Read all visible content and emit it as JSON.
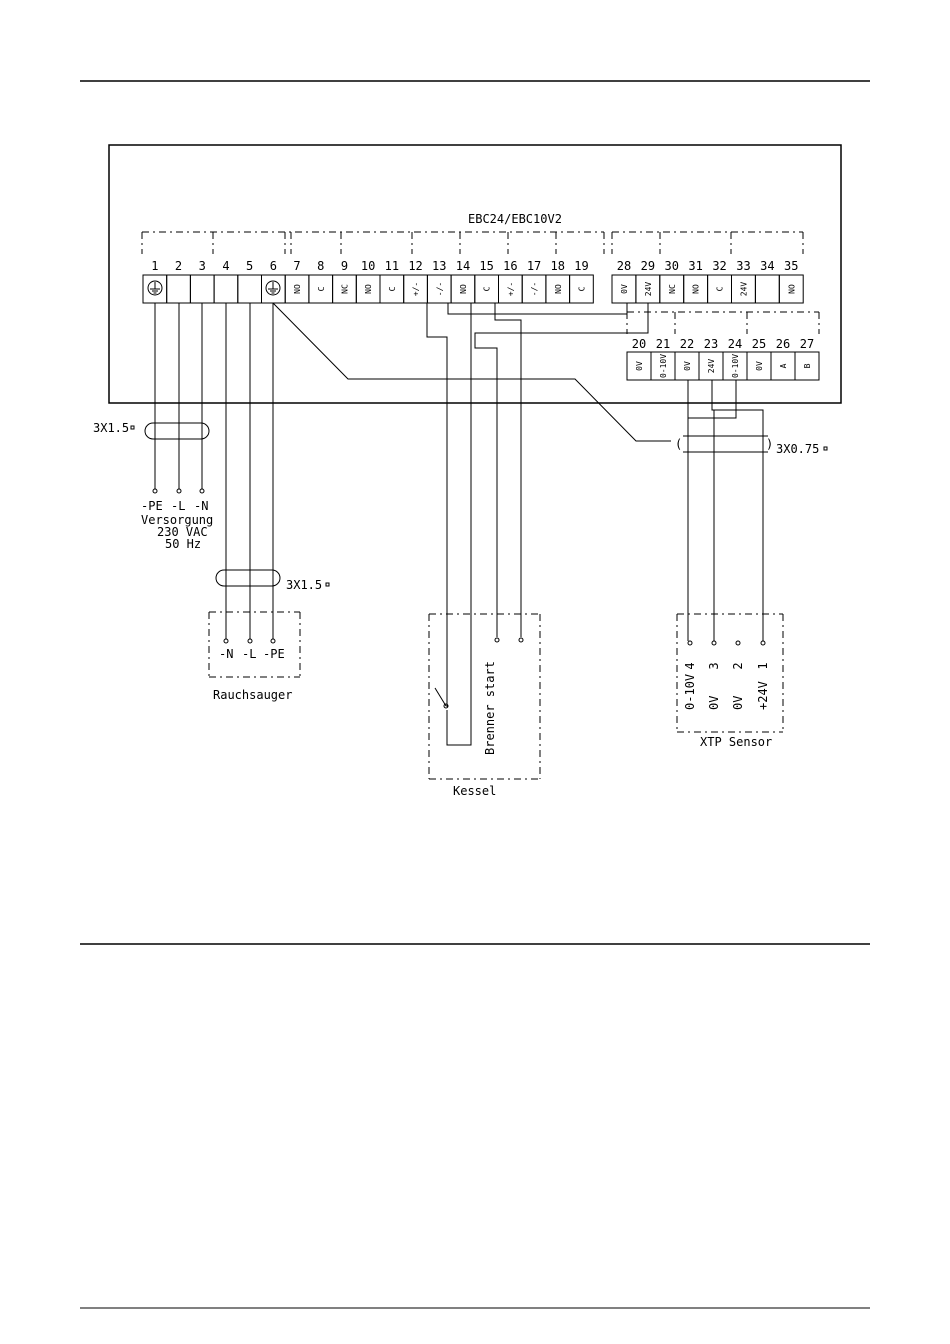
{
  "controller": {
    "title": "EBC24/EBC10V2",
    "terminals_main": [
      "1",
      "2",
      "3",
      "4",
      "5",
      "6",
      "7",
      "8",
      "9",
      "10",
      "11",
      "12",
      "13",
      "14",
      "15",
      "16",
      "17",
      "18",
      "19"
    ],
    "contacts_main": [
      "",
      "",
      "",
      "",
      "",
      "",
      "NO",
      "C",
      "NC",
      "NO",
      "C",
      "+/-",
      "-/-",
      "NO",
      "C",
      "+/-",
      "-/-",
      "NO",
      "C"
    ],
    "terminals_right": [
      "28",
      "29",
      "30",
      "31",
      "32",
      "33",
      "34",
      "35"
    ],
    "contacts_right": [
      "0V",
      "24V",
      "NC",
      "NO",
      "C",
      "24V",
      "",
      "NO"
    ],
    "terminals_lower": [
      "20",
      "21",
      "22",
      "23",
      "24",
      "25",
      "26",
      "27"
    ],
    "contacts_lower": [
      "0V",
      "0-10V",
      "0V",
      "24V",
      "0-10V",
      "0V",
      "A",
      "B"
    ]
  },
  "cables": {
    "supply_cable": "3X1.5",
    "fan_cable": "3X1.5",
    "sensor_cable": "3X0.75"
  },
  "supply": {
    "pins": [
      "-PE",
      "-L",
      "-N"
    ],
    "label": "Versorgung",
    "voltage": "230 VAC",
    "frequency": "50 Hz"
  },
  "fan": {
    "pins": [
      "-N",
      "-L",
      "-PE"
    ],
    "label": "Rauchsauger"
  },
  "boiler": {
    "signal": "Brenner start",
    "label": "Kessel"
  },
  "sensor": {
    "pin_numbers": [
      "4",
      "3",
      "2",
      "1"
    ],
    "pin_signals": [
      "0-10V",
      "0V",
      "0V",
      "+24V"
    ],
    "label": "XTP Sensor"
  }
}
